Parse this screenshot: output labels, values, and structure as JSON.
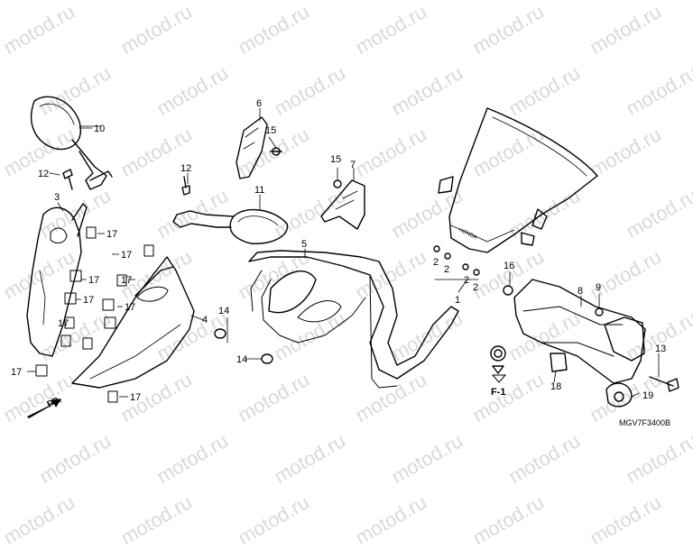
{
  "watermark": "motod.ru",
  "diagram_code": "MGV7F3400B",
  "direction": {
    "arrow_label": "FR."
  },
  "ref": {
    "label": "F-1"
  },
  "brand_mark": "HONDA",
  "callouts": {
    "n1": "1",
    "n2": "2",
    "n3": "3",
    "n4": "4",
    "n5": "5",
    "n6": "6",
    "n7": "7",
    "n8": "8",
    "n9": "9",
    "n10": "10",
    "n11": "11",
    "n12": "12",
    "n13": "13",
    "n14": "14",
    "n15": "15",
    "n16": "16",
    "n17": "17",
    "n18": "18",
    "n19": "19"
  },
  "colors": {
    "line": "#000000",
    "watermark": "#d9d9d9",
    "bg": "#ffffff"
  }
}
